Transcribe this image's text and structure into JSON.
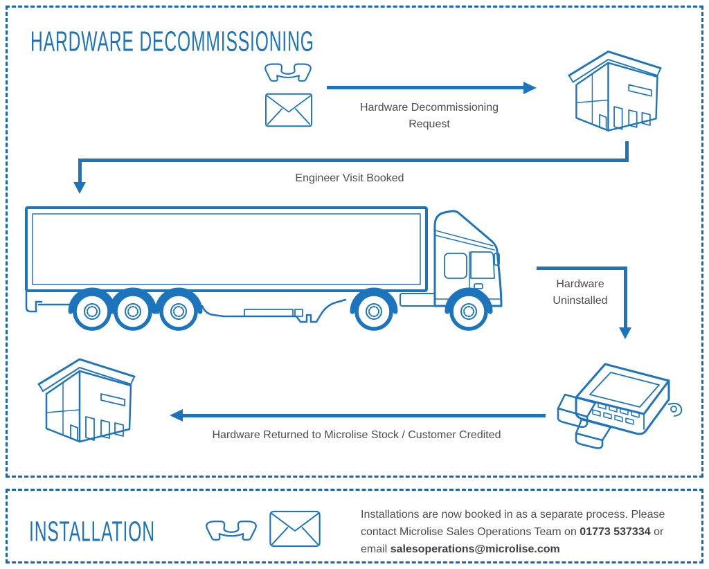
{
  "colors": {
    "accent": "#1c75bc",
    "dash": "#1565b0",
    "ink": "#4d4d4f",
    "ink_bold": "#3f3f41"
  },
  "decommissioning": {
    "title": "HARDWARE DECOMMISSIONING",
    "request": {
      "line1": "Hardware Decommissioning",
      "line2": "Request"
    },
    "engineer": "Engineer Visit Booked",
    "uninstalled": {
      "line1": "Hardware",
      "line2": "Uninstalled"
    },
    "returned": "Hardware Returned to Microlise Stock / Customer Credited"
  },
  "installation": {
    "title": "INSTALLATION",
    "note": {
      "line1": "Installations are now booked in as a separate process. Please",
      "line2_prefix": "contact Microlise Sales Operations Team on ",
      "phone": "01773 537334",
      "line2_suffix": " or",
      "line3_prefix": "email ",
      "email": "salesoperations@microlise.com"
    }
  },
  "icons": {
    "contact_phone": "phone-handset-icon",
    "contact_email": "envelope-icon",
    "depot": "building-icon",
    "vehicle": "truck-icon",
    "hardware": "telematics-device-icon"
  }
}
